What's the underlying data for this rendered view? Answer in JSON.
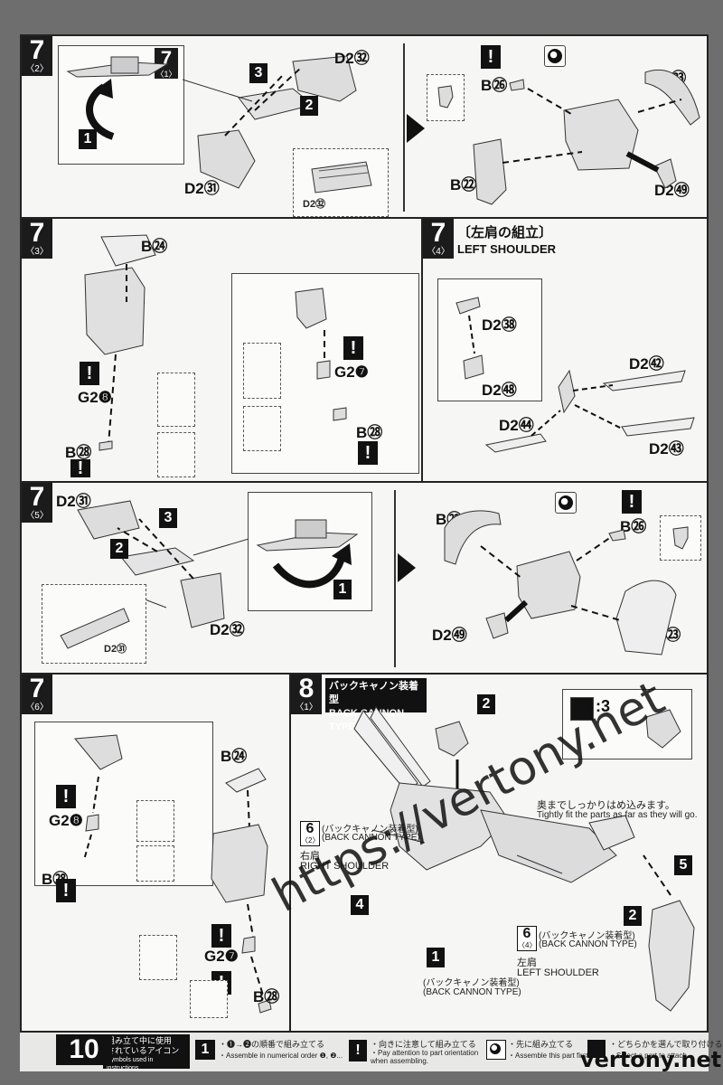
{
  "page_number": "10",
  "panels": {
    "s7_2": {
      "step": "7",
      "sub": "〈2〉",
      "callout": {
        "step": "7",
        "sub": "〈1〉"
      },
      "nums": [
        "1",
        "2",
        "3"
      ],
      "labels": [
        "D2㉜",
        "D2㉛",
        "D2㉜",
        "B㉖",
        "B㉓",
        "B㉒",
        "D2㊾"
      ]
    },
    "s7_3": {
      "step": "7",
      "sub": "〈3〉",
      "labels": [
        "B㉔",
        "G2❽",
        "B㉘",
        "G2❼",
        "B㉘"
      ]
    },
    "s7_4": {
      "step": "7",
      "sub": "〈4〉",
      "title_jp": "〔左肩の組立〕",
      "title_en": "LEFT SHOULDER",
      "labels": [
        "D2㊳",
        "D2㊽",
        "D2㊷",
        "D2㊹",
        "D2㊸"
      ]
    },
    "s7_5": {
      "step": "7",
      "sub": "〈5〉",
      "nums": [
        "1",
        "2",
        "3"
      ],
      "labels": [
        "D2㉛",
        "D2㉜",
        "D2㉛",
        "B㉒",
        "B㉖",
        "D2㊾",
        "B㉓"
      ]
    },
    "s7_6": {
      "step": "7",
      "sub": "〈6〉",
      "labels": [
        "B㉔",
        "G2❽",
        "B㉘",
        "G2❼",
        "B㉘"
      ]
    },
    "s8_1": {
      "step": "8",
      "sub": "〈1〉",
      "title_jp": "バックキャノン装着型",
      "title_en": "BACK CANNON TYPE",
      "nums": [
        "2",
        "4",
        "1",
        "5",
        "2"
      ],
      "select_label": ":3",
      "tight_jp": "奥までしっかりはめ込みます。",
      "tight_en": "Tightly fit the parts as far as they will go.",
      "ref_right": {
        "step": "6",
        "sub": "〈2〉",
        "jp": "(バックキャノン装着型)",
        "en": "(BACK CANNON TYPE)",
        "part_jp": "右肩",
        "part_en": "RIGHT SHOULDER"
      },
      "ref_left": {
        "step": "6",
        "sub": "〈4〉",
        "jp": "(バックキャノン装着型)",
        "en": "(BACK CANNON TYPE)",
        "part_jp": "左肩",
        "part_en": "LEFT SHOULDER"
      },
      "bottom_jp": "(バックキャノン装着型)",
      "bottom_en": "(BACK CANNON TYPE)"
    }
  },
  "legend": {
    "head_jp1": "組み立て中に使用",
    "head_jp2": "されているアイコン",
    "head_en": "Symbols used in instructions",
    "items": [
      {
        "icon": "numbered-order-icon",
        "jp": "・❶→❷の順番で組み立てる",
        "en": "・Assemble in numerical order ❶, ❷..."
      },
      {
        "icon": "exclamation-icon",
        "jp": "・向きに注意して組み立てる",
        "en": "・Pay attention to part orientation when assembling."
      },
      {
        "icon": "assemble-first-icon",
        "jp": "・先に組み立てる",
        "en": "・Assemble this part first."
      },
      {
        "icon": "select-part-icon",
        "jp": "・どちらかを選んで取り付ける",
        "en": "・Select a part to attach."
      }
    ]
  },
  "watermarks": {
    "diagonal": "https://vertony.net",
    "corner": "vertony.net"
  }
}
